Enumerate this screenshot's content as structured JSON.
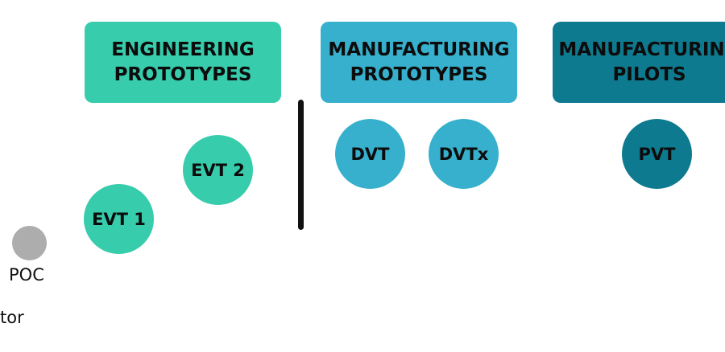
{
  "colors": {
    "engineering": "#36ccac",
    "manufacturing_proto": "#36b0cc",
    "manufacturing_pilot": "#0e7a8f",
    "poc": "#adadad",
    "divider": "#111111"
  },
  "stages": [
    {
      "line1": "ENGINEERING",
      "line2": "PROTOTYPES"
    },
    {
      "line1": "MANUFACTURING",
      "line2": "PROTOTYPES"
    },
    {
      "line1": "MANUFACTURING",
      "line2": "PILOTS"
    }
  ],
  "milestones": {
    "evt1": "EVT 1",
    "evt2": "EVT 2",
    "dvt": "DVT",
    "dvtx": "DVTx",
    "pvt": "PVT",
    "poc": "POC"
  },
  "partial_label": "tor"
}
